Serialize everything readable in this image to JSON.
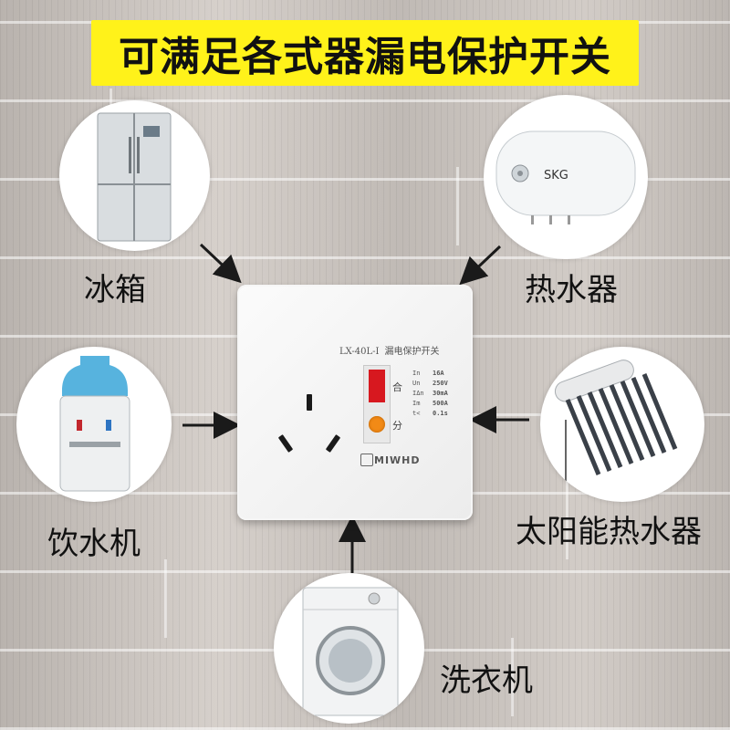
{
  "banner": {
    "title": "可满足各式器漏电保护开关"
  },
  "appliances": {
    "fridge": {
      "label": "冰箱"
    },
    "water_heater": {
      "label": "热水器",
      "brand_text": "SKG"
    },
    "water_dispenser": {
      "label": "饮水机"
    },
    "solar_heater": {
      "label": "太阳能热水器"
    },
    "washing_machine": {
      "label": "洗衣机"
    }
  },
  "socket": {
    "model": "LX-40L-I",
    "name": "漏电保护开关",
    "side_top": "合",
    "side_bottom": "分",
    "specs": [
      {
        "key": "In",
        "value": "16A"
      },
      {
        "key": "Un",
        "value": "250V"
      },
      {
        "key": "IΔn",
        "value": "30mA"
      },
      {
        "key": "Im",
        "value": "500A"
      },
      {
        "key": "t<",
        "value": "0.1s"
      }
    ],
    "brand": "MIWHD"
  },
  "colors": {
    "banner_bg": "#fff21a",
    "breaker_red": "#d7181f",
    "indicator_orange": "#f28a16",
    "arrow": "#1a1a1a"
  }
}
